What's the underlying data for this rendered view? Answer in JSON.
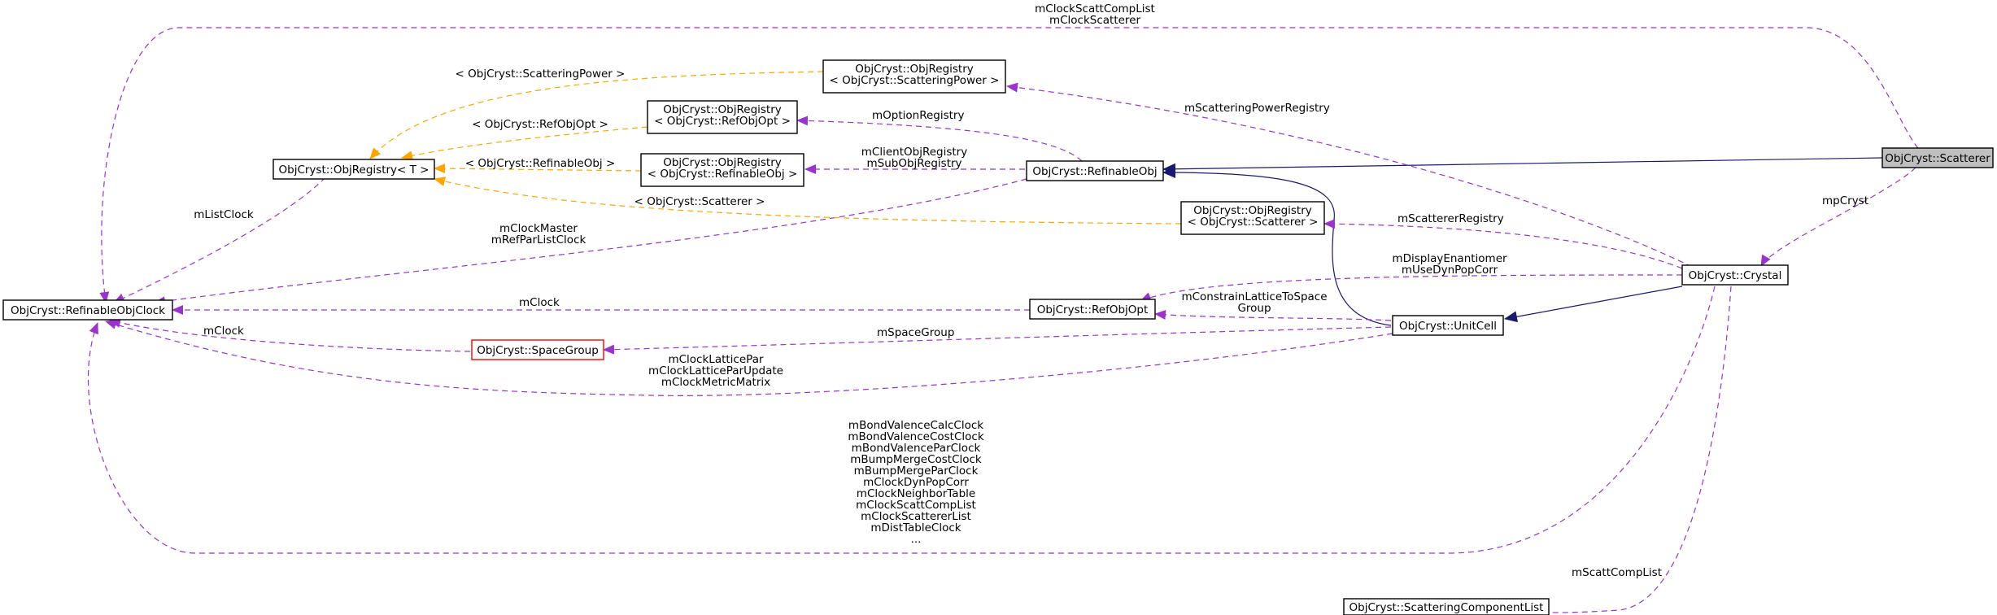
{
  "colors": {
    "member_edge": "#9a32cd",
    "template_edge": "#ffa500",
    "inherit_edge": "#191970",
    "focus_fill": "#bfbfbf",
    "incomplete_border": "#ff0000"
  },
  "nodes": {
    "scatterer": {
      "label": "ObjCryst::Scatterer"
    },
    "refinable_obj": {
      "label": "ObjCryst::RefinableObj"
    },
    "refinable_obj_clock": {
      "label": "ObjCryst::RefinableObjClock"
    },
    "obj_registry_t": {
      "label": "ObjCryst::ObjRegistry< T >"
    },
    "reg_scattering_power": {
      "lines": [
        "ObjCryst::ObjRegistry",
        "< ObjCryst::ScatteringPower >"
      ]
    },
    "reg_ref_obj_opt": {
      "lines": [
        "ObjCryst::ObjRegistry",
        "< ObjCryst::RefObjOpt >"
      ]
    },
    "reg_refinable_obj": {
      "lines": [
        "ObjCryst::ObjRegistry",
        "< ObjCryst::RefinableObj >"
      ]
    },
    "reg_scatterer": {
      "lines": [
        "ObjCryst::ObjRegistry",
        "< ObjCryst::Scatterer >"
      ]
    },
    "crystal": {
      "label": "ObjCryst::Crystal"
    },
    "ref_obj_opt": {
      "label": "ObjCryst::RefObjOpt"
    },
    "unit_cell": {
      "label": "ObjCryst::UnitCell"
    },
    "space_group": {
      "label": "ObjCryst::SpaceGroup"
    },
    "scattering_component_list": {
      "label": "ObjCryst::ScatteringComponentList"
    }
  },
  "edge_labels": {
    "clock_scatt": [
      "mClockScattCompList",
      "mClockScatterer"
    ],
    "tmpl_scattering_power": [
      "< ObjCryst::ScatteringPower >"
    ],
    "tmpl_ref_obj_opt": [
      "< ObjCryst::RefObjOpt >"
    ],
    "tmpl_refinable_obj": [
      "< ObjCryst::RefinableObj >"
    ],
    "tmpl_scatterer": [
      "< ObjCryst::Scatterer >"
    ],
    "scattering_power_registry": [
      "mScatteringPowerRegistry"
    ],
    "option_registry": [
      "mOptionRegistry"
    ],
    "client_obj_registry": [
      "mClientObjRegistry",
      "mSubObjRegistry"
    ],
    "list_clock": [
      "mListClock"
    ],
    "clock_master": [
      "mClockMaster",
      "mRefParListClock"
    ],
    "scatterer_registry": [
      "mScattererRegistry"
    ],
    "display_enantiomer": [
      "mDisplayEnantiomer",
      "mUseDynPopCorr"
    ],
    "mp_cryst": [
      "mpCryst"
    ],
    "m_clock": [
      "mClock"
    ],
    "constrain_lattice": [
      "mConstrainLatticeToSpace",
      "Group"
    ],
    "space_group_edge": [
      "mSpaceGroup"
    ],
    "sg_clock": [
      "mClock"
    ],
    "clock_lattice": [
      "mClockLatticePar",
      "mClockLatticeParUpdate",
      "mClockMetricMatrix"
    ],
    "bond_valence": [
      "mBondValenceCalcClock",
      "mBondValenceCostClock",
      "mBondValenceParClock",
      "mBumpMergeCostClock",
      "mBumpMergeParClock",
      "mClockDynPopCorr",
      "mClockNeighborTable",
      "mClockScattCompList",
      "mClockScattererList",
      "mDistTableClock",
      "..."
    ],
    "scatt_comp_list": [
      "mScattCompList"
    ]
  }
}
